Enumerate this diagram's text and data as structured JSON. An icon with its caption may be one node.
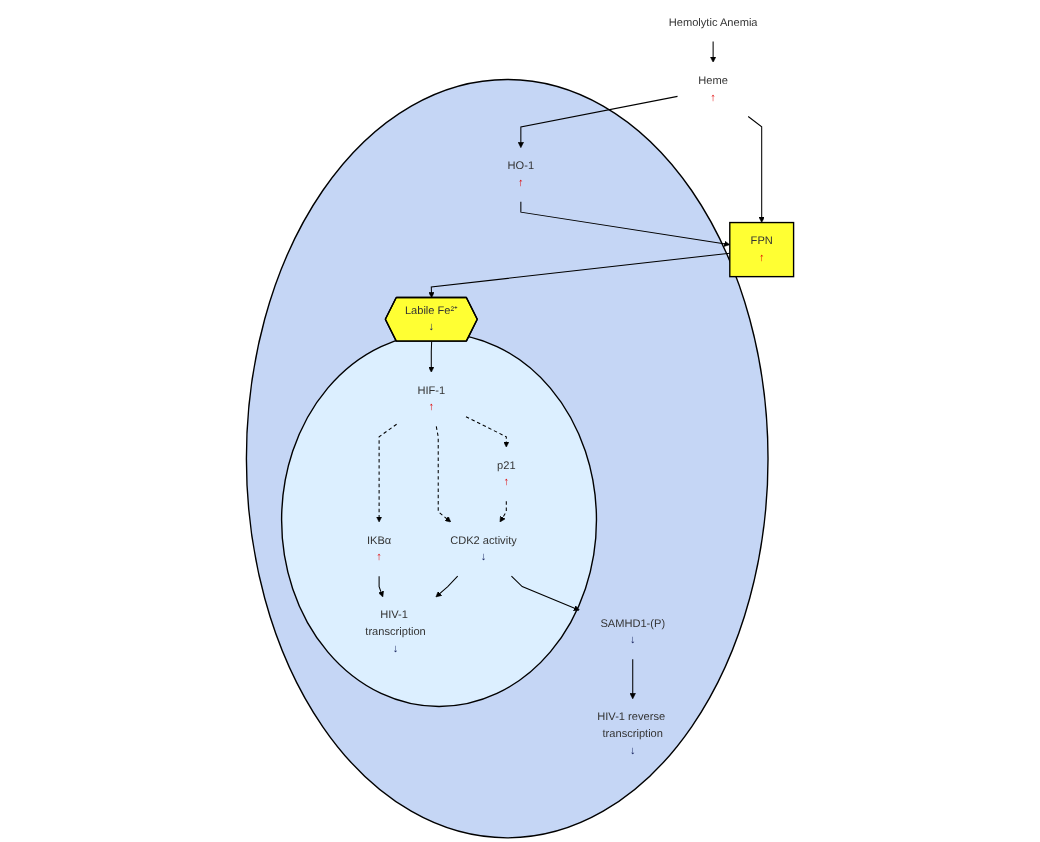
{
  "diagram": {
    "nodes": [
      {
        "text": [],
        "shape": "circle"
      },
      {
        "text": [
          "Hemolytic Anemia"
        ]
      },
      {
        "text": [
          "Heme",
          "↑"
        ]
      },
      {
        "text": [
          "FPN",
          "↑"
        ]
      },
      {
        "text": [
          "HO-1",
          "↑"
        ],
        "in": 0
      },
      {
        "text": [
          "Labile Fe²⁺",
          "↓"
        ],
        "in": 0
      },
      {
        "text": [],
        "shape": "circle",
        "in": 0
      },
      {
        "text": [
          "HIF-1",
          "↑"
        ],
        "in": 6
      },
      {
        "text": [
          "IKBα",
          "↑"
        ],
        "in": 6
      },
      {
        "text": [
          "p21",
          "↑"
        ],
        "in": 6
      },
      {
        "text": [
          "CDK2 activity",
          "↓"
        ],
        "in": 6
      },
      {
        "text": [
          "HIV-1 transcription",
          "↓"
        ],
        "in": 6
      },
      {
        "text": [
          "SAMHD1-(P)",
          "↓"
        ],
        "in": 0
      },
      {
        "text": [
          "HIV-1 reverse transcription",
          "↓"
        ],
        "in": 0
      }
    ],
    "edges": [
      {
        "from": 1,
        "to": 2,
        "arrow": "to"
      },
      {
        "from": 2,
        "to": 3,
        "arrow": "to"
      },
      {
        "from": 2,
        "to": 4,
        "arrow": "to"
      },
      {
        "from": 4,
        "to": 3,
        "arrow": "to"
      },
      {
        "from": 3,
        "to": 5,
        "arrow": "to"
      },
      {
        "from": 5,
        "to": 7,
        "arrow": "to"
      },
      {
        "from": 7,
        "to": 8,
        "arrow": "to",
        "style": "dashed"
      },
      {
        "from": 7,
        "to": 9,
        "arrow": "to",
        "style": "dashed"
      },
      {
        "from": 7,
        "to": 10,
        "arrow": "to",
        "style": "dashed"
      },
      {
        "from": 9,
        "to": 10,
        "arrow": "to",
        "style": "dashed"
      },
      {
        "from": 8,
        "to": 11,
        "arrow": "to"
      },
      {
        "from": 10,
        "to": 11,
        "arrow": "to"
      },
      {
        "from": 10,
        "to": 12,
        "arrow": "to"
      },
      {
        "from": 12,
        "to": 13,
        "arrow": "to"
      }
    ]
  }
}
